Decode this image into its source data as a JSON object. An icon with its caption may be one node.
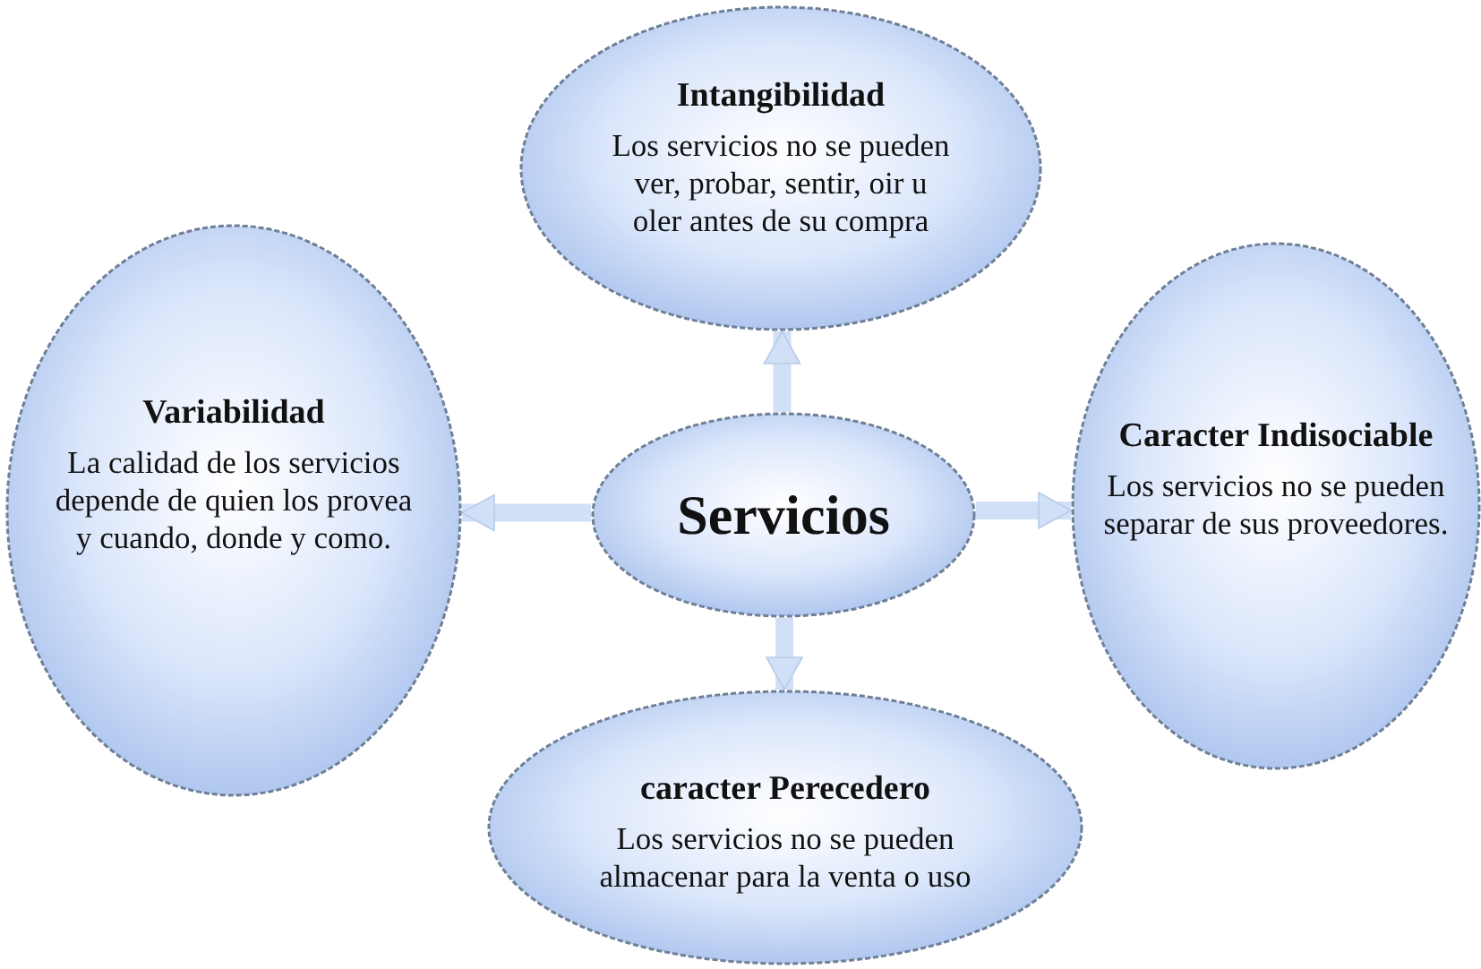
{
  "diagram": {
    "nodes": [
      {
        "text": [
          "Intangibilidad",
          "Los servicios no se pueden ver, probar, sentir, oir u oler antes de su compra"
        ]
      },
      {
        "text": [
          "Variabilidad",
          "La calidad de los servicios depende de quien los provea y cuando, donde y como."
        ]
      },
      {
        "text": [
          "Servicios"
        ]
      },
      {
        "text": [
          "Caracter Indisociable",
          "Los servicios no se pueden separar de sus proveedores."
        ]
      },
      {
        "text": [
          "caracter Perecedero",
          "Los servicios no se pueden almacenar para la venta o uso"
        ]
      }
    ],
    "edges": [
      {
        "from": 2,
        "to": 0,
        "arrow": "to"
      },
      {
        "from": 2,
        "to": 1,
        "arrow": "to"
      },
      {
        "from": 2,
        "to": 3,
        "arrow": "to"
      },
      {
        "from": 2,
        "to": 4,
        "arrow": "to"
      }
    ]
  }
}
